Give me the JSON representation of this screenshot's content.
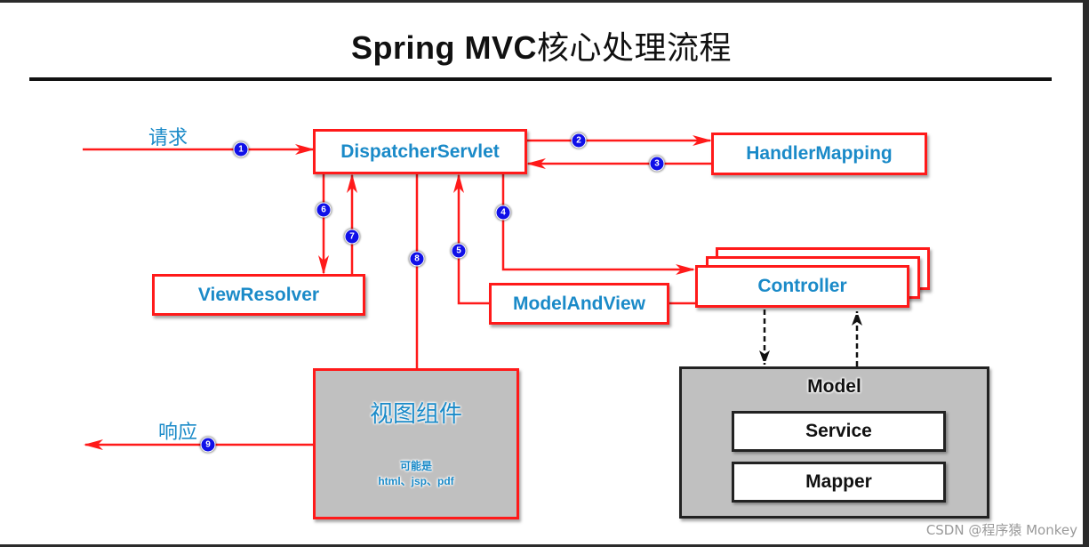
{
  "title": {
    "en": "Spring MVC",
    "cn": "核心处理流程"
  },
  "colors": {
    "flow_line": "#ff1a1a",
    "component_text": "#1a8ac8",
    "step_badge": "#1010e8",
    "gray_fill": "#c0c0c0"
  },
  "labels": {
    "request": "请求",
    "response": "响应"
  },
  "components": {
    "dispatcher_servlet": "DispatcherServlet",
    "handler_mapping": "HandlerMapping",
    "view_resolver": "ViewResolver",
    "model_and_view": "ModelAndView",
    "controller": "Controller",
    "view_component": {
      "title": "视图组件",
      "note_line1": "可能是",
      "note_line2": "html、jsp、pdf"
    },
    "model": {
      "title": "Model",
      "layers": [
        "Service",
        "Mapper"
      ]
    }
  },
  "steps": [
    {
      "n": "1",
      "from": "请求",
      "to": "DispatcherServlet"
    },
    {
      "n": "2",
      "from": "DispatcherServlet",
      "to": "HandlerMapping"
    },
    {
      "n": "3",
      "from": "HandlerMapping",
      "to": "DispatcherServlet"
    },
    {
      "n": "4",
      "from": "DispatcherServlet",
      "to": "Controller"
    },
    {
      "n": "5",
      "from": "ModelAndView",
      "to": "DispatcherServlet"
    },
    {
      "n": "6",
      "from": "DispatcherServlet",
      "to": "ViewResolver"
    },
    {
      "n": "7",
      "from": "ViewResolver",
      "to": "DispatcherServlet"
    },
    {
      "n": "8",
      "from": "DispatcherServlet",
      "to": "视图组件"
    },
    {
      "n": "9",
      "from": "视图组件",
      "to": "响应"
    }
  ],
  "watermark": "CSDN @程序猿 Monkey"
}
